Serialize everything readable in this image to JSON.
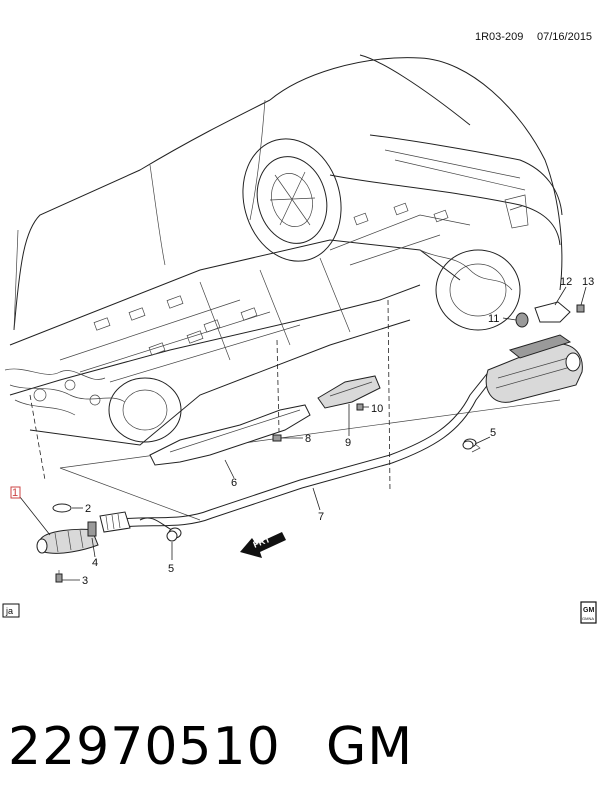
{
  "header": {
    "code": "1R03-209",
    "date": "07/16/2015"
  },
  "callouts": [
    "1",
    "2",
    "3",
    "4",
    "5",
    "5",
    "6",
    "7",
    "8",
    "9",
    "10",
    "11",
    "12",
    "13"
  ],
  "front_arrow_label": "FRT",
  "language_tag": "ja",
  "brand_badge": {
    "top": "GM",
    "bottom": "GMNA"
  },
  "footer": {
    "part_number": "22970510",
    "brand": "GM"
  }
}
